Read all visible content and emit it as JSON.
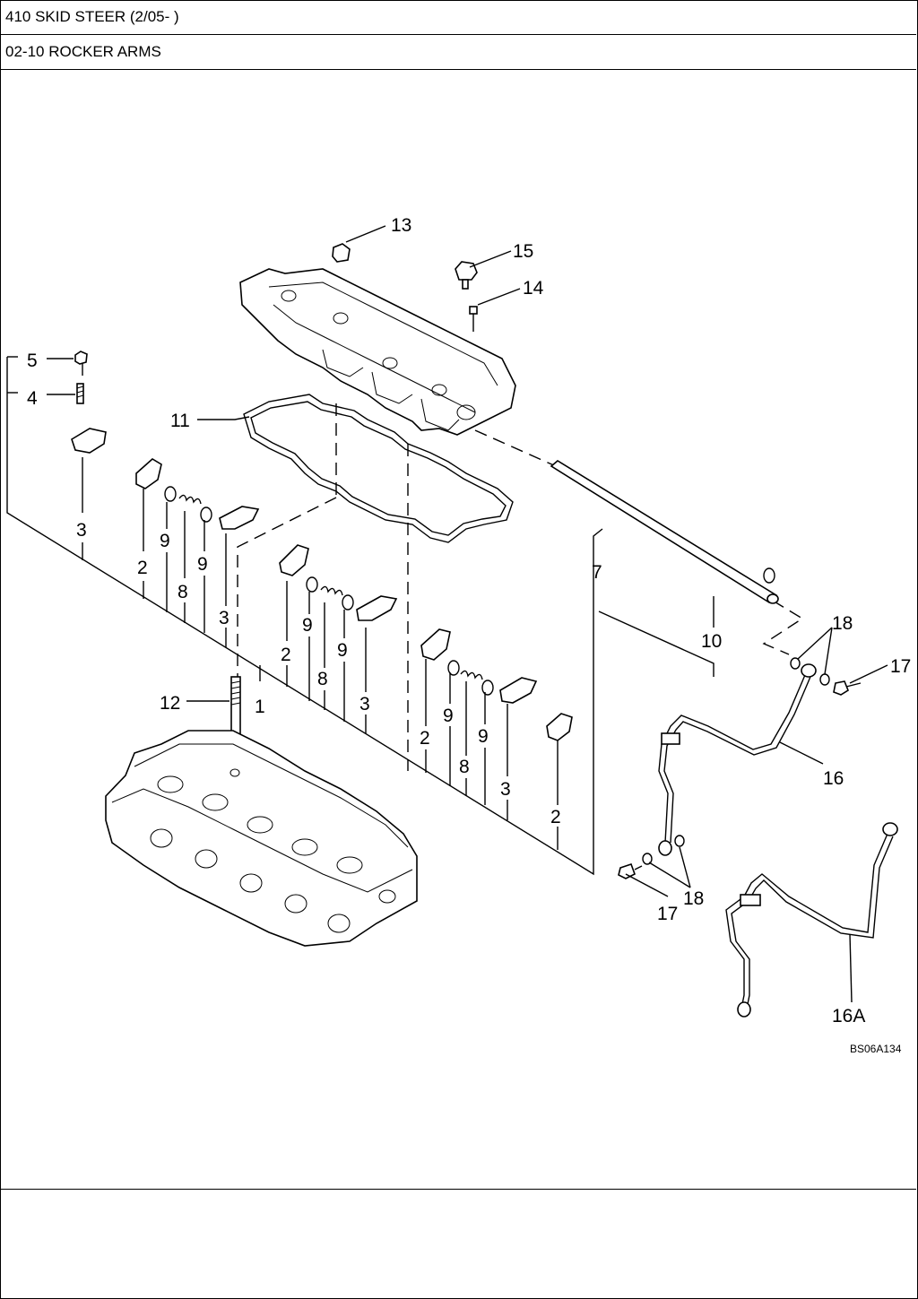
{
  "header": {
    "model": "410 SKID STEER (2/05- )",
    "section": "02-10 ROCKER ARMS"
  },
  "diagram": {
    "reference_code": "BS06A134",
    "callouts": {
      "c1": "1",
      "c2a": "2",
      "c2b": "2",
      "c2c": "2",
      "c2d": "2",
      "c3a": "3",
      "c3b": "3",
      "c3c": "3",
      "c3d": "3",
      "c4": "4",
      "c5": "5",
      "c7": "7",
      "c8a": "8",
      "c8b": "8",
      "c8c": "8",
      "c9a": "9",
      "c9b": "9",
      "c9c": "9",
      "c9d": "9",
      "c9e": "9",
      "c9f": "9",
      "c10": "10",
      "c11": "11",
      "c12": "12",
      "c13": "13",
      "c14": "14",
      "c15": "15",
      "c16": "16",
      "c16a": "16A",
      "c17a": "17",
      "c17b": "17",
      "c18a": "18",
      "c18b": "18"
    }
  }
}
